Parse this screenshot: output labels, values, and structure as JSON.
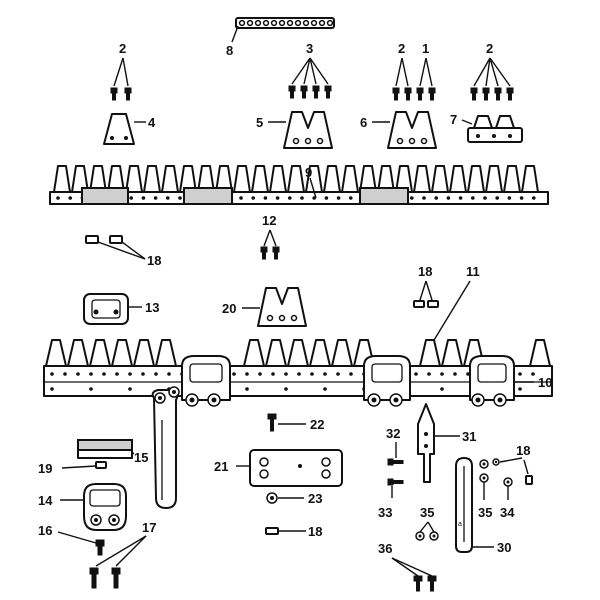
{
  "callouts": {
    "c1": "1",
    "c2a": "2",
    "c2b": "2",
    "c2c": "2",
    "c3": "3",
    "c4": "4",
    "c5": "5",
    "c6": "6",
    "c7": "7",
    "c8": "8",
    "c9": "9",
    "c10": "10",
    "c11": "11",
    "c12": "12",
    "c13": "13",
    "c14": "14",
    "c15": "15",
    "c16": "16",
    "c17": "17",
    "c18a": "18",
    "c18b": "18",
    "c18c": "18",
    "c18d": "18",
    "c19": "19",
    "c20": "20",
    "c21": "21",
    "c22": "22",
    "c23": "23",
    "c30": "30",
    "c31": "31",
    "c32": "32",
    "c33": "33",
    "c34": "34",
    "c35a": "35",
    "c35b": "35",
    "c36": "36"
  }
}
